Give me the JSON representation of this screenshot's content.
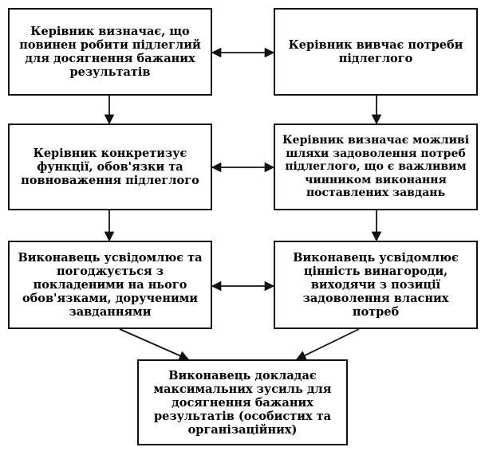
{
  "boxes": {
    "b1": "Керівник визначає, що повинен робити підлеглий для досягнення бажаних результатів",
    "b2": "Керівник вивчає потреби підлеглого",
    "b3": "Керівник конкретизує функції, обов'язки та повноваження підлеглого",
    "b4": "Керівник визначає можливі шляхи задоволення потреб підлеглого, що є важливим чинником виконання поставлених завдань",
    "b5": "Виконавець усвідомлює та погоджується з покладеними на нього обов'язками, дорученими завданнями",
    "b6": "Виконавець усвідомлює цінність винагороди, виходячи з позиції задоволення власних потреб",
    "b7": "Виконавець докладає максимальних зусиль для досягнення бажаних результатів (особистих та організаційних)"
  }
}
